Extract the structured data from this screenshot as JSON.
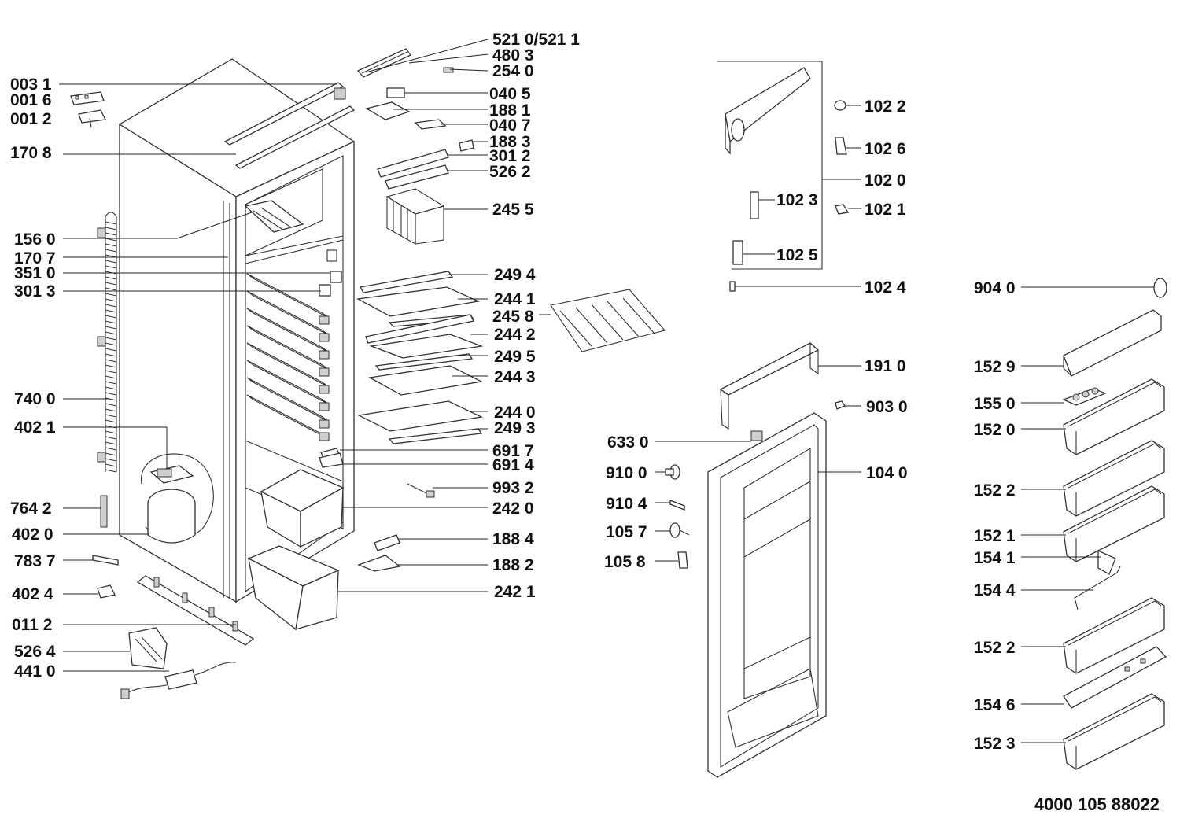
{
  "document_number": "4000 105 88022",
  "labels": {
    "p_5210_5211": "521 0/521 1",
    "p_4803": "480 3",
    "p_2540": "254 0",
    "p_0031": "003 1",
    "p_0016": "001 6",
    "p_0012": "001 2",
    "p_0405": "040 5",
    "p_1881": "188 1",
    "p_0407": "040 7",
    "p_1708": "170 8",
    "p_1883": "188 3",
    "p_3012": "301 2",
    "p_5262": "526 2",
    "p_2455": "245 5",
    "p_1560": "156 0",
    "p_1707": "170 7",
    "p_3510": "351 0",
    "p_3013": "301 3",
    "p_2494": "249 4",
    "p_2441": "244 1",
    "p_2458": "245 8",
    "p_2442": "244 2",
    "p_2495": "249 5",
    "p_2443": "244 3",
    "p_2440": "244 0",
    "p_2493": "249 3",
    "p_7400": "740 0",
    "p_4021": "402 1",
    "p_6917": "691 7",
    "p_6914": "691 4",
    "p_9932": "993 2",
    "p_2420": "242 0",
    "p_7642": "764 2",
    "p_4020": "402 0",
    "p_1884": "188 4",
    "p_7837": "783 7",
    "p_1882": "188 2",
    "p_4024": "402 4",
    "p_2421": "242 1",
    "p_0112": "011 2",
    "p_5264": "526 4",
    "p_4410": "441 0",
    "p_1022": "102 2",
    "p_1026": "102 6",
    "p_1020": "102 0",
    "p_1023": "102 3",
    "p_1021": "102 1",
    "p_1025": "102 5",
    "p_1024": "102 4",
    "p_9040": "904 0",
    "p_1910": "191 0",
    "p_1529": "152 9",
    "p_9030": "903 0",
    "p_1550": "155 0",
    "p_6330": "633 0",
    "p_1520": "152 0",
    "p_9100": "910 0",
    "p_1040": "104 0",
    "p_9104": "910 4",
    "p_1522a": "152 2",
    "p_1057": "105 7",
    "p_1521": "152 1",
    "p_1058": "105 8",
    "p_1541": "154 1",
    "p_1544": "154 4",
    "p_1522b": "152 2",
    "p_1546": "154 6",
    "p_1523": "152 3"
  }
}
